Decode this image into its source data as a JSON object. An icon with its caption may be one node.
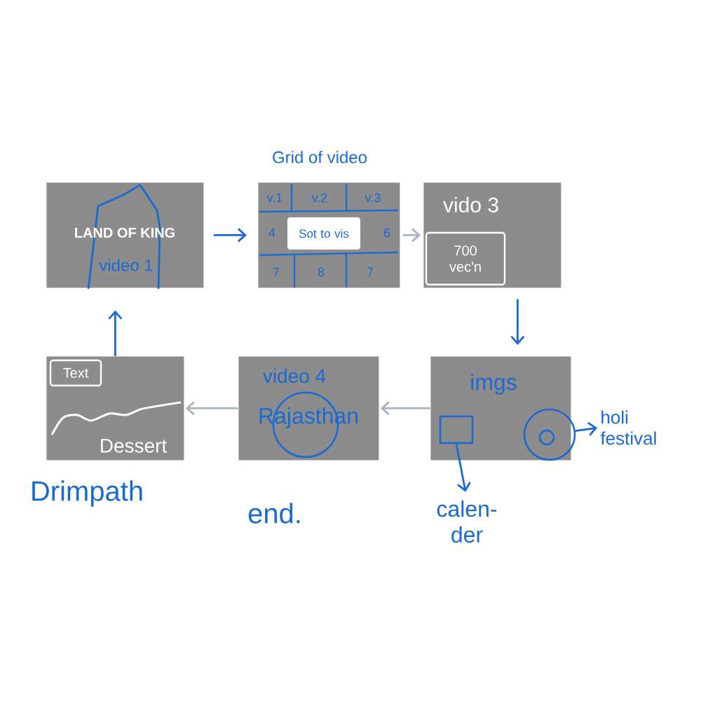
{
  "diagram": {
    "nodes": [
      {
        "text": [
          "LAND OF KING",
          "video 1"
        ]
      },
      {
        "text": [
          "Grid of video",
          "v.1",
          "v.2",
          "v.3",
          "4",
          "6",
          "7",
          "8",
          "7"
        ]
      },
      {
        "text": [
          "Sot to vis"
        ],
        "in": 1
      },
      {
        "text": [
          "vido 3"
        ]
      },
      {
        "text": [
          "700 vec'n"
        ],
        "in": 3
      },
      {
        "text": [
          "imgs"
        ]
      },
      {
        "text": [],
        "shape": "box",
        "in": 5
      },
      {
        "text": [],
        "shape": "circle",
        "in": 5
      },
      {
        "text": [
          "calen- der"
        ]
      },
      {
        "text": [
          "holi festival"
        ]
      },
      {
        "text": [
          "video 4",
          "Rajasthan"
        ]
      },
      {
        "text": [
          "Dessert"
        ]
      },
      {
        "text": [
          "Text"
        ],
        "in": 11
      }
    ],
    "edges": [
      {
        "from": 0,
        "to": 1,
        "arrow": "to"
      },
      {
        "from": 1,
        "to": 3,
        "arrow": "to",
        "color": "#a7b5c4"
      },
      {
        "from": 3,
        "to": 5,
        "arrow": "to"
      },
      {
        "from": 5,
        "to": 10,
        "arrow": "to",
        "color": "#a7b5c4"
      },
      {
        "from": 10,
        "to": 11,
        "arrow": "to",
        "color": "#a7b5c4"
      },
      {
        "from": 11,
        "to": 0,
        "arrow": "to"
      },
      {
        "from": 6,
        "to": 8,
        "arrow": "to"
      },
      {
        "from": 7,
        "to": 9,
        "arrow": "to"
      }
    ],
    "labels": [
      "Drimpath",
      "end."
    ]
  }
}
